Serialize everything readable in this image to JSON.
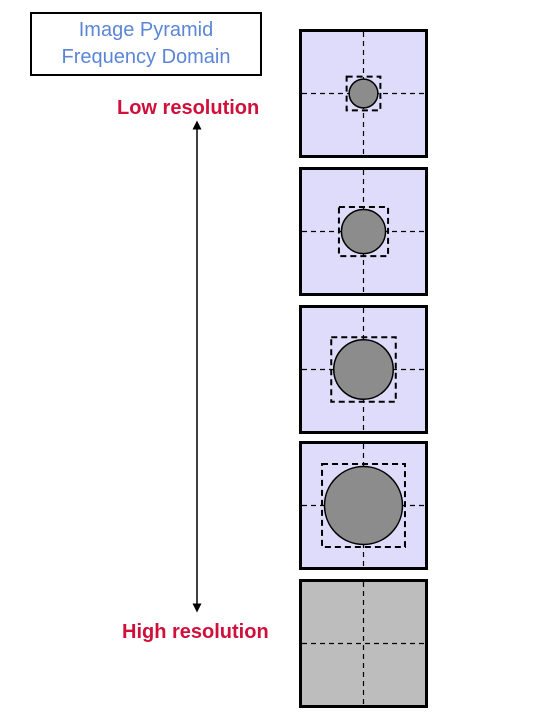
{
  "title": {
    "line1": "Image Pyramid",
    "line2": "Frequency Domain"
  },
  "axis": {
    "top_label": "Low resolution",
    "bottom_label": "High resolution"
  },
  "colors": {
    "title_text": "#5b86d6",
    "label_text": "#d0103a",
    "panel_fill": "#dedcfa",
    "full_panel_fill": "#bdbdbd",
    "disc_fill": "#8c8c8c"
  },
  "panels": [
    {
      "level": 1,
      "relative_passband": 0.25,
      "shape": "disc"
    },
    {
      "level": 2,
      "relative_passband": 0.375,
      "shape": "disc"
    },
    {
      "level": 3,
      "relative_passband": 0.5,
      "shape": "disc"
    },
    {
      "level": 4,
      "relative_passband": 0.65,
      "shape": "disc"
    },
    {
      "level": 5,
      "relative_passband": 1.0,
      "shape": "full"
    }
  ]
}
